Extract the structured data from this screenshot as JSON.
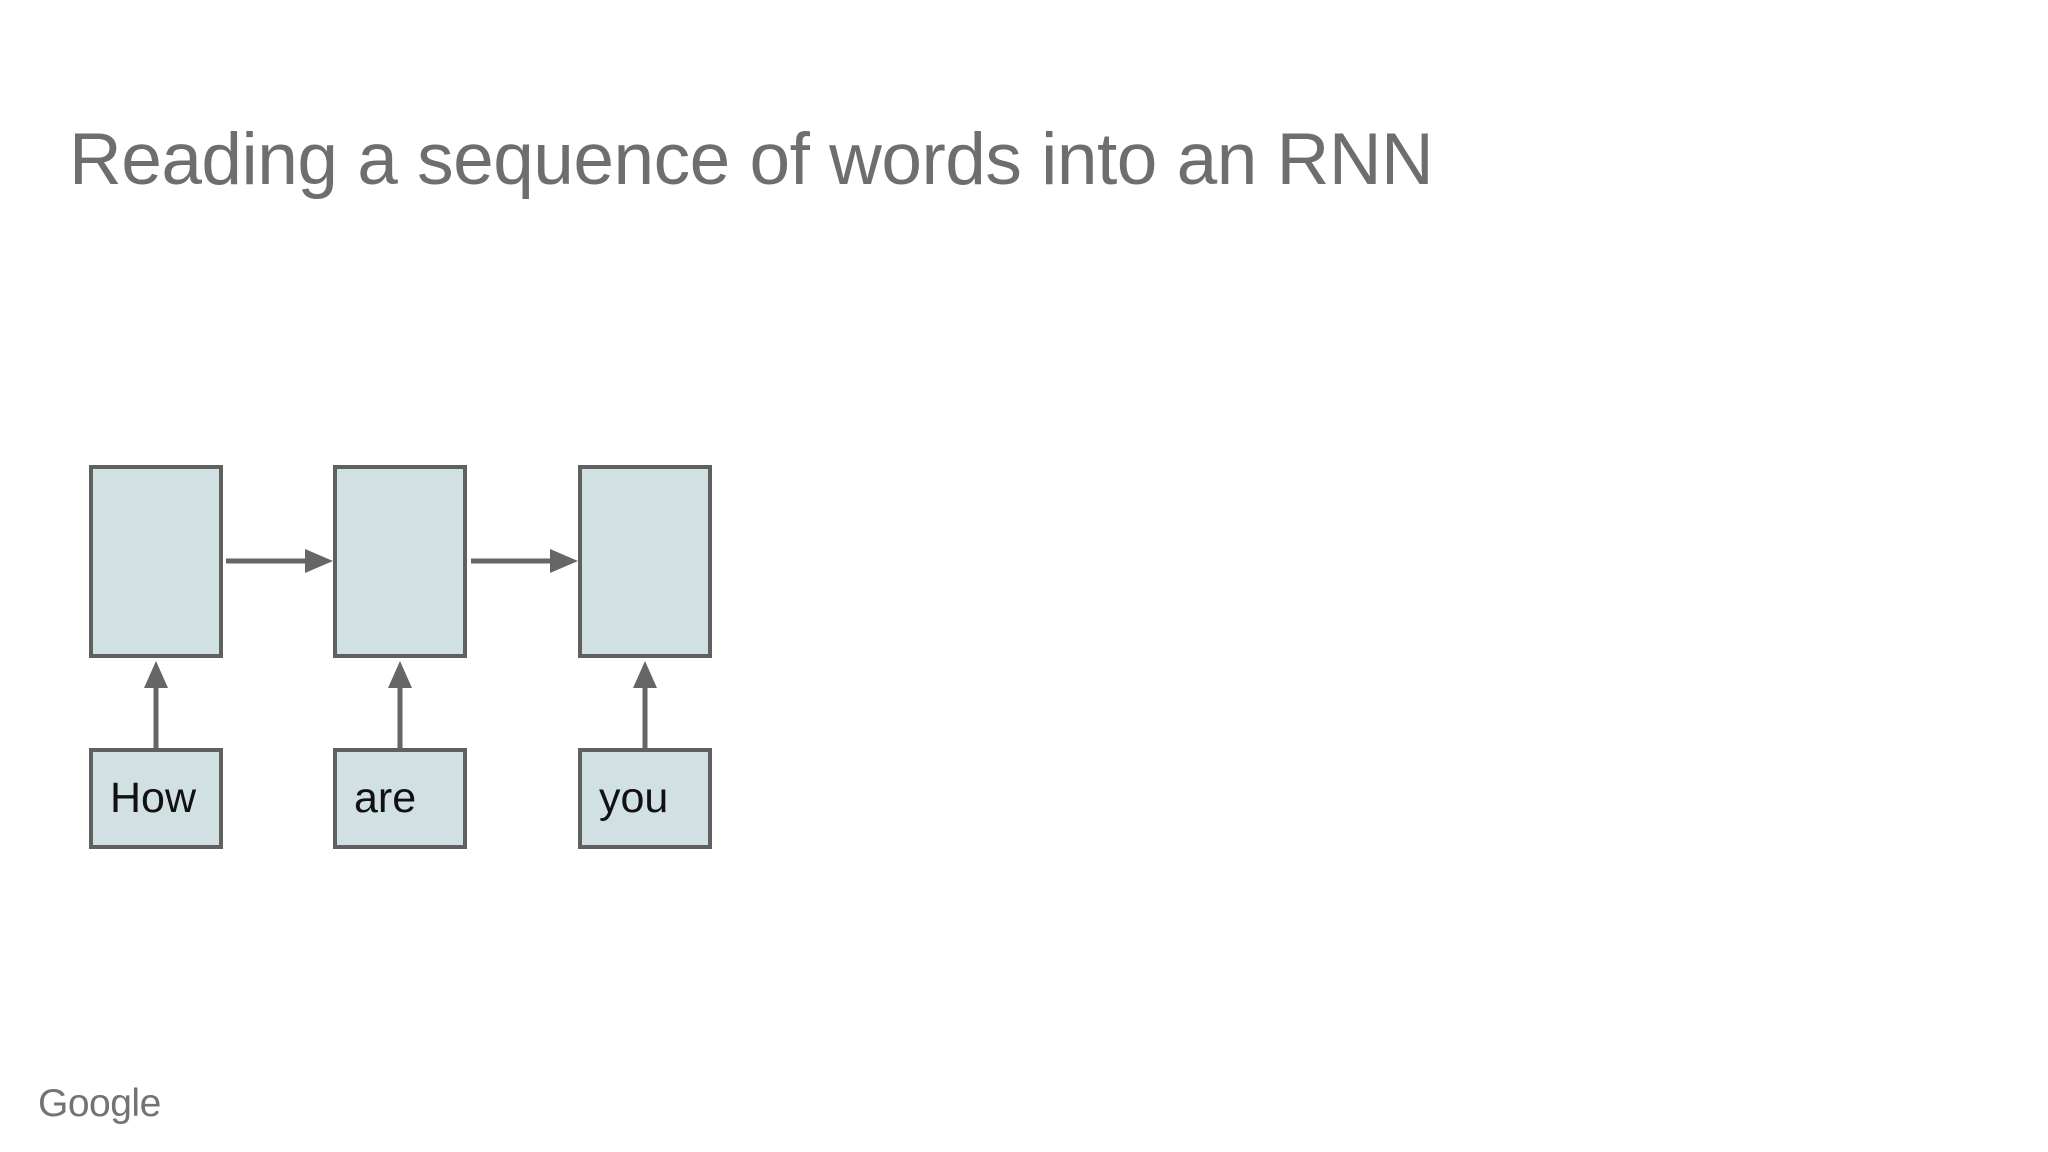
{
  "slide": {
    "title": "Reading a sequence of words into an RNN"
  },
  "diagram": {
    "type": "rnn-unrolled-sequence",
    "words": [
      "How",
      "are",
      "you"
    ],
    "rnn_cells": [
      {
        "label": ""
      },
      {
        "label": ""
      },
      {
        "label": ""
      }
    ],
    "arrows": {
      "horizontal_recurrent": 2,
      "vertical_inputs": 3
    }
  },
  "footer": {
    "logo_text": "Google"
  },
  "colors": {
    "slide_bg": "#ffffff",
    "title_text": "#6e6e6e",
    "box_fill": "#d0e0e3",
    "box_border": "#606060",
    "arrow": "#666666",
    "word_text": "#111111",
    "logo_text": "#737373"
  }
}
